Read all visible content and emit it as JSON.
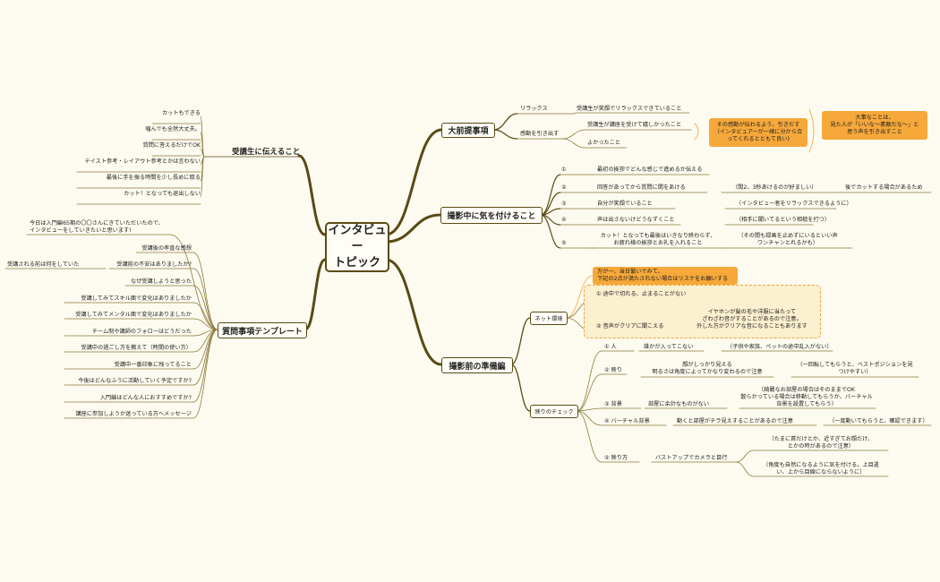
{
  "center": {
    "line1": "インタビュー",
    "line2": "トピック"
  },
  "left1": {
    "title": "受講生に伝えること",
    "items": [
      "カットもできる",
      "噛んでも全然大丈夫。",
      "質問に答えるだけでOK",
      "テイスト参考・レイアウト参考とかは言わない",
      "最後に手を振る時間を少し長めに取る",
      "カット！となっても退出しない"
    ]
  },
  "left2": {
    "title": "質問事項テンプレート",
    "intro1": "今日は入門編65期の〇〇さんにきていただいたので、",
    "intro2": "インタビューをしていきたいと思います!",
    "items": [
      "受講後の率直な感想",
      "受講前の不安はありましたか?",
      "なぜ受講しようと思った",
      "受講してみてスキル面で変化はありましたか",
      "受講してみてメンタル面で変化はありましたか",
      "チーム制や講師のフォローはどうだった",
      "受講中の過ごし方を教えて（時間の使い方）",
      "受講中一番印象に残ってること",
      "今後はどんなふうに活動していく予定ですか?",
      "入門編はどんな人におすすめですか?",
      "講座に参加しようか迷っている方へメッセージ"
    ],
    "sub_of_2": "受講される前は何をしていた"
  },
  "r1": {
    "title": "大前提事項",
    "relax": "リラックス",
    "relax_detail": "受講生が笑顔でリラックスできていること",
    "emotion": "感動を引き出す",
    "emotion_a": "受講生が講座を受けて嬉しかったこと",
    "emotion_b": "よかったこと",
    "note1": [
      "その感動が伝わるよう、引きだす",
      "（インタビュアーが一緒に分から合",
      "ってくれるとともて良い)"
    ],
    "note2": [
      "大事なことは、",
      "見た人が「いいな〜素敵だな〜」と",
      "思う声を引き出すこと"
    ]
  },
  "r2": {
    "title": "撮影中に気を付けること",
    "items": [
      {
        "num": "①",
        "text": [
          "最初の挨拶でどんな感じで進めるか伝える"
        ],
        "note": [],
        "extra": ""
      },
      {
        "num": "②",
        "text": [
          "回答があってから質問に間をあける"
        ],
        "note": [
          "（間2、3秒あけるのが好ましい）"
        ],
        "extra": "後でカットする場合があるため"
      },
      {
        "num": "③",
        "text": [
          "自分が笑顔でいること"
        ],
        "note": [
          "（インタビュー者をリラックスできるように）"
        ],
        "extra": ""
      },
      {
        "num": "④",
        "text": [
          "声は出さないけどうなずくこと"
        ],
        "note": [
          "（相手に聞いてるという相槌を打つ）"
        ],
        "extra": ""
      },
      {
        "num": "⑤",
        "text": [
          "カット！となっても最後はいきなり終わらず、",
          "お疲れ様の挨拶とお礼を入れること"
        ],
        "note": [
          "（その間も録画を止めずにいるといい声",
          "ワンチャンとれるかも）"
        ],
        "extra": ""
      }
    ]
  },
  "r3": {
    "title": "撮影前の準備編",
    "warn": [
      "万が一、当日繋いでみて、",
      "下記の2点が満たされない場合はリスケをお願いする"
    ],
    "net": {
      "label": "ネット環境",
      "a": "① 途中で切れる、止まることがない",
      "b": "② 音声がクリアに聞こえる",
      "b_note": [
        "イヤホンが髪の毛や洋服に当たって",
        "ざわざわ音がすることがあるので注意。",
        "外した方がクリアな音になることもあります"
      ]
    },
    "check": {
      "label": "映りのチェック",
      "items": [
        {
          "num": "① 人",
          "text": [
            "誰かが入ってこない"
          ],
          "note": [
            "（子供や家族、ペットの途中乱入がない）"
          ]
        },
        {
          "num": "② 映り",
          "text": [
            "顔がしっかり見える",
            "明るさは角度によってかなり変わるので注意"
          ],
          "note": [
            "（一回転してもらうと、ベストポジションを見",
            "つけやすい）"
          ]
        },
        {
          "num": "③ 背景",
          "text": [
            "部屋に余計なものがない"
          ],
          "note": [
            "（綺麗なお部屋の場合はそのままでOK",
            "散らかっている場合は移動してもらうか、バーチャル",
            "背景を設置してもらう）"
          ]
        },
        {
          "num": "④ バーチャル背景",
          "text": [
            "動くと部屋がチラ見えすることがあるので注意"
          ],
          "note": [
            "（一度動いてもらうと、確認できます）"
          ]
        },
        {
          "num": "⑤ 映り方",
          "text": [
            "バストアップでカメラと目行"
          ],
          "note_a": [
            "（たまに首だけとか、近すぎてお顔だけ、",
            "とかの時があるので注意）"
          ],
          "note_b": [
            "（角度も自然になるように気を付ける。上目遣",
            "い、上から目線にならないように）"
          ]
        }
      ]
    }
  },
  "colors": {
    "branch": "#5a4a14",
    "leaf": "#8c7a3a",
    "orange": "#f6a83a",
    "background": "#fdfbf0"
  }
}
